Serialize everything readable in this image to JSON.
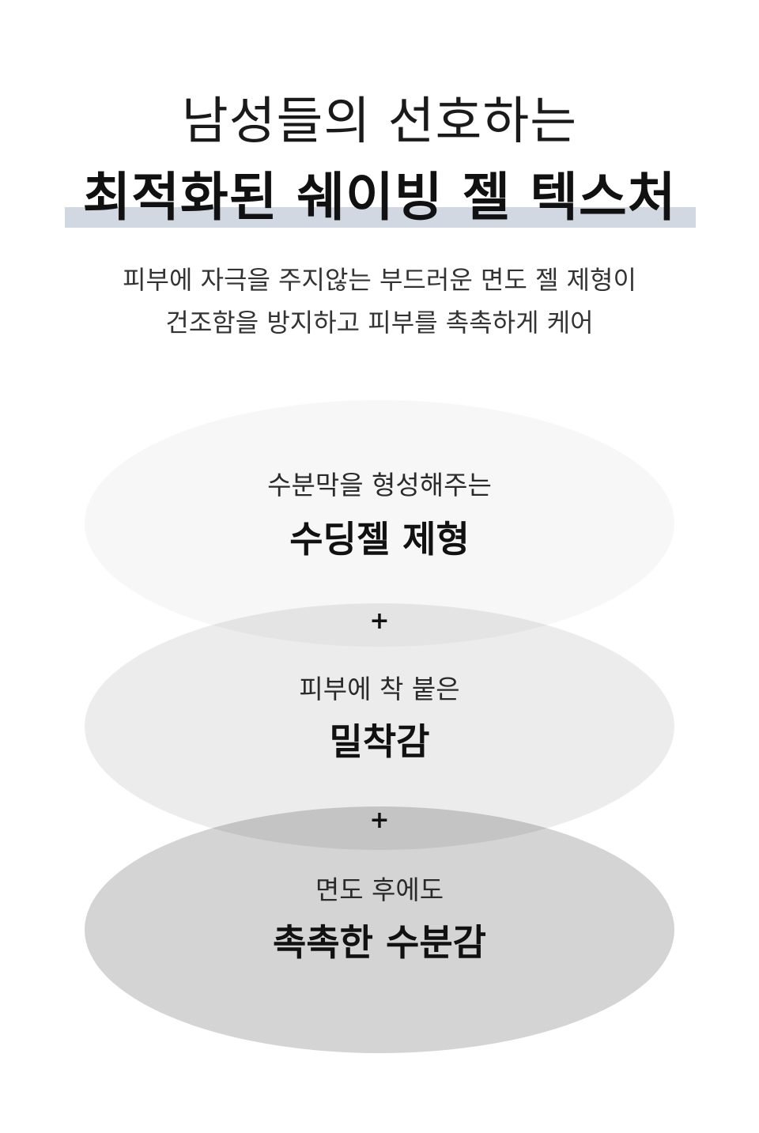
{
  "headline": {
    "line1": "남성들의 선호하는",
    "line2": "최적화된 쉐이빙 젤 텍스처"
  },
  "description": {
    "line1": "피부에 자극을 주지않는 부드러운 면도 젤 제형이",
    "line2": "건조함을 방지하고 피부를 촉촉하게 케어"
  },
  "features": [
    {
      "caption": "수분막을 형성해주는",
      "title": "수딩젤 제형"
    },
    {
      "caption": "피부에 착 붙은",
      "title": "밀착감"
    },
    {
      "caption": "면도 후에도",
      "title": "촉촉한 수분감"
    }
  ],
  "separator": "+",
  "colors": {
    "highlight": "#d2d8e2",
    "text": "#1a1a1a"
  }
}
